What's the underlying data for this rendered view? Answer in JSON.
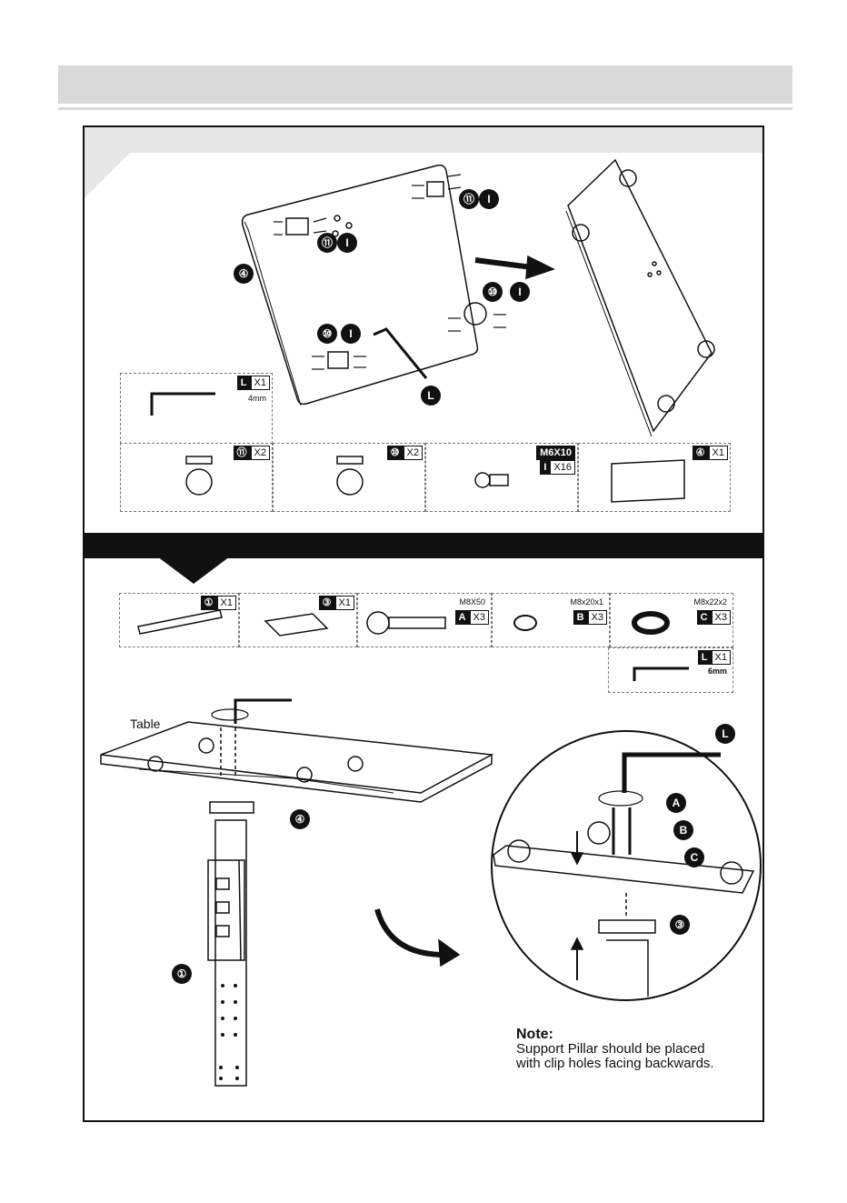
{
  "callouts": {
    "board": "④",
    "caster_locking": "⑪",
    "caster_plain": "⑩",
    "screw": "I",
    "wrench": "L",
    "pillar": "①",
    "plate": "③",
    "a": "A",
    "b": "B",
    "c": "C"
  },
  "parts_top": [
    {
      "key": "L",
      "qty": "X1",
      "spec": "4mm"
    },
    {
      "key": "⑪",
      "qty": "X2"
    },
    {
      "key": "⑩",
      "qty": "X2"
    },
    {
      "key": "M6X10",
      "key2": "I",
      "qty": "X16"
    },
    {
      "key": "④",
      "qty": "X1"
    }
  ],
  "parts_bottom": [
    {
      "key": "①",
      "qty": "X1"
    },
    {
      "key": "③",
      "qty": "X1"
    },
    {
      "key": "A",
      "qty": "X3",
      "spec": "M8X50"
    },
    {
      "key": "B",
      "qty": "X3",
      "spec": "M8x20x1"
    },
    {
      "key": "C",
      "qty": "X3",
      "spec": "M8x22x2"
    },
    {
      "key": "L",
      "qty": "X1",
      "spec": "6mm"
    }
  ],
  "labels": {
    "table": "Table"
  },
  "note": {
    "heading": "Note:",
    "line1": "Support Pillar should be placed",
    "line2": "with clip holes facing backwards."
  }
}
